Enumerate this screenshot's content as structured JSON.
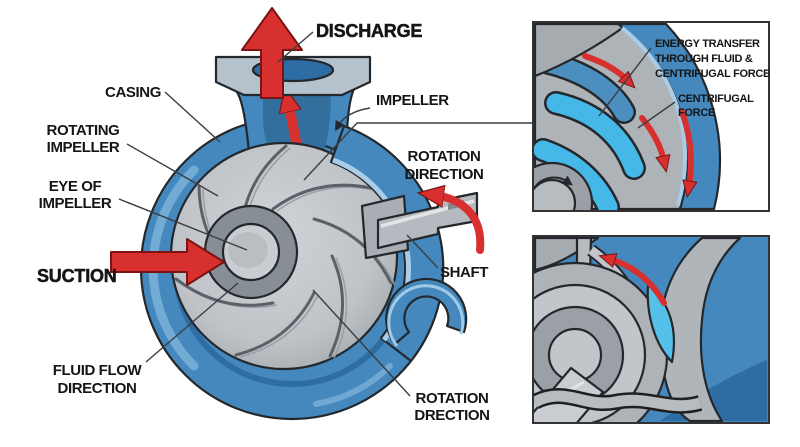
{
  "title": "Centrifugal pump cutaway diagram",
  "colors": {
    "background": "#ffffff",
    "casing_blue": "#4488bd",
    "casing_blue_dark": "#2e6da4",
    "casing_blue_light": "#a9cde8",
    "fluid_cyan": "#45b8e8",
    "impeller_gray": "#c3c7cb",
    "impeller_gray_dark": "#878e95",
    "flange_gray": "#b5c2cc",
    "arrow_red": "#d8302e",
    "outline_dark": "#24282c",
    "label_black": "#151515"
  },
  "main": {
    "labels": {
      "discharge": "DISCHARGE",
      "casing": "CASING",
      "rotating_impeller_1": "ROTATING",
      "rotating_impeller_2": "IMPELLER",
      "eye_of_impeller_1": "EYE OF",
      "eye_of_impeller_2": "IMPELLER",
      "suction": "SUCTION",
      "fluid_flow_1": "FLUID FLOW",
      "fluid_flow_2": "DIRECTION",
      "impeller": "IMPELLER",
      "rotation_direction_1": "ROTATION",
      "rotation_direction_2": "DIRECTION",
      "shaft": "SHAFT",
      "rotation_drection_1": "ROTATION",
      "rotation_drection_2": "DRECTION"
    }
  },
  "inset_top": {
    "labels": {
      "energy_transfer_1": "ENERGY TRANSFER",
      "energy_transfer_2": "THROUGH FLUID &",
      "energy_transfer_3": "CENTRIFUGAL FORCE",
      "centrifugal_force_1": "CENTRIFUGAL",
      "centrifugal_force_2": "FORCE"
    }
  }
}
